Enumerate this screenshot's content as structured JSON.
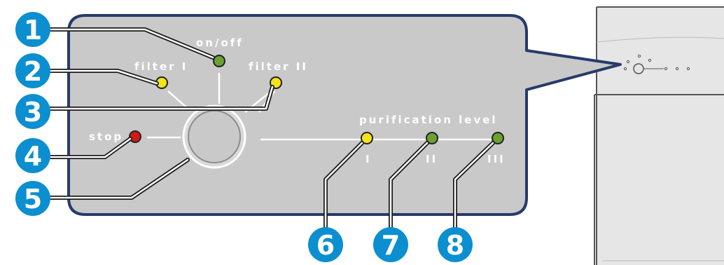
{
  "panel": {
    "labels": {
      "on_off": "on/off",
      "filter_1": "filter I",
      "filter_2": "filter II",
      "stop": "stop",
      "purification_level": "purification level",
      "level_1": "I",
      "level_2": "II",
      "level_3": "III"
    },
    "indicators": {
      "on_off": "green",
      "filter_1": "yellow",
      "filter_2": "yellow",
      "stop": "red",
      "level_1": "yellow",
      "level_2": "green",
      "level_3": "green"
    }
  },
  "callouts": [
    "1",
    "2",
    "3",
    "4",
    "5",
    "6",
    "7",
    "8"
  ],
  "colors": {
    "panel_fill": "#c9c9c9",
    "panel_border": "#273a6b",
    "callout_blue": "#0b8fd0",
    "led_green": "#6aa232",
    "led_yellow": "#f5e31b",
    "led_red": "#d51717",
    "device_fill": "#e6e6e6"
  }
}
